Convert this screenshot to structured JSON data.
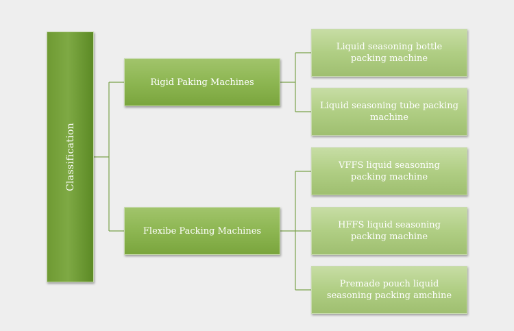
{
  "diagram": {
    "root": {
      "label": "Classification"
    },
    "branches": [
      {
        "label": "Rigid Paking Machines",
        "children": [
          {
            "label": "Liquid seasoning bottle packing machine"
          },
          {
            "label": "Liquid seasoning tube packing machine"
          }
        ]
      },
      {
        "label": "Flexibe Packing Machines",
        "children": [
          {
            "label": "VFFS liquid seasoning packing machine"
          },
          {
            "label": "HFFS liquid seasoning packing machine"
          },
          {
            "label": "Premade pouch liquid seasoning packing amchine"
          }
        ]
      }
    ]
  },
  "colors": {
    "background": "#eeeeee",
    "root": "#74a038",
    "branch": "#8db652",
    "leaf": "#b0ce84",
    "connector": "#7aa14a",
    "text": "#ffffff"
  }
}
